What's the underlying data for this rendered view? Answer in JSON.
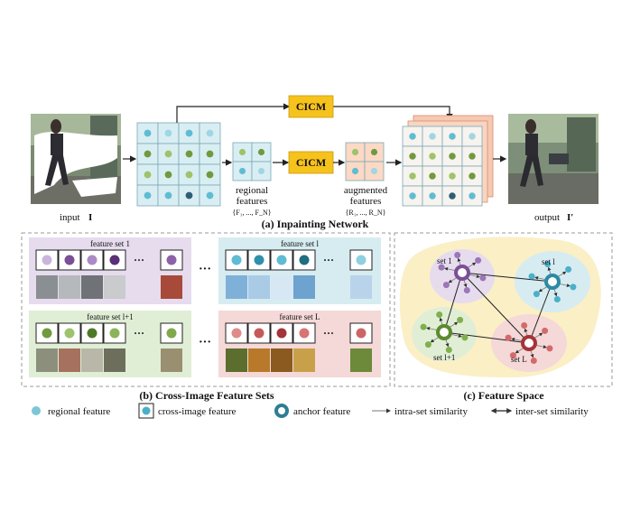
{
  "inpainting": {
    "cicm_top": "CICM",
    "cicm_mid": "CICM",
    "input_label": "input",
    "input_symbol": "I",
    "output_label": "output",
    "output_symbol": "I′",
    "regional_line1": "regional",
    "regional_line2": "features",
    "regional_math": "{F₁, ..., F_N}",
    "augmented_line1": "augmented",
    "augmented_line2": "features",
    "augmented_math": "{R₁, ..., R_N}",
    "caption": "(a) Inpainting Network"
  },
  "feature_sets": {
    "set1": "feature set 1",
    "setl": "feature set l",
    "setl1": "feature set l+1",
    "setL": "feature set L",
    "dots": "···",
    "caption": "(b) Cross-Image Feature Sets"
  },
  "feature_space": {
    "set1": "set 1",
    "setl": "set l",
    "setl1": "set l+1",
    "setL": "set L",
    "caption": "(c) Feature Space"
  },
  "legend": {
    "regional": "regional feature",
    "cross_image": "cross-image feature",
    "anchor": "anchor feature",
    "intra": "intra-set similarity",
    "inter": "inter-set similarity"
  },
  "colors": {
    "cicm_fill": "#f6c21c",
    "grid_fill": "#d9eef3",
    "aug_fill": "#fbd9c5",
    "set1_bg": "#e6dcee",
    "setl_bg": "#d6ecf1",
    "setl1_bg": "#e1eed6",
    "setL_bg": "#f5d8d8",
    "space_bg": "#fbefc6"
  }
}
